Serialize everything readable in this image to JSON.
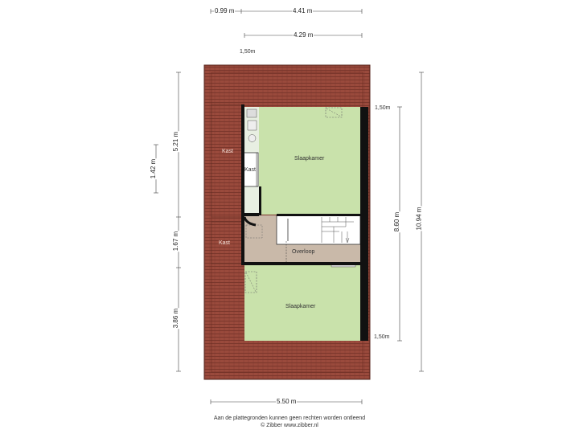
{
  "dimensions": {
    "top_left": "0.99 m",
    "top_right": "4.41 m",
    "second_row": "4.29 m",
    "roof_edge_top": "1,50m",
    "right_inner_top": "1,50m",
    "right_inner_bottom": "1,50m",
    "left_upper": "1.42 m",
    "left_lower_1": "5.21 m",
    "left_lower_2": "1.67 m",
    "left_lower_3": "3.86 m",
    "right_middle": "8.60 m",
    "right_outer": "10.94 m",
    "bottom": "5.50 m"
  },
  "rooms": {
    "slaapkamer_top": "Slaapkamer",
    "kast_left": "Kast",
    "kast_inner": "Kast",
    "kast_lower": "Kast",
    "overloop": "Overloop",
    "slaapkamer_bottom": "Slaapkamer"
  },
  "footer": {
    "line1": "Aan de plattegronden kunnen geen rechten worden ontleend",
    "line2": "© Zibber www.zibber.nl"
  },
  "colors": {
    "roof": "#9a4a3c",
    "room_green": "#c9e2ab",
    "landing": "#c9b9a9",
    "wall": "#111111"
  }
}
